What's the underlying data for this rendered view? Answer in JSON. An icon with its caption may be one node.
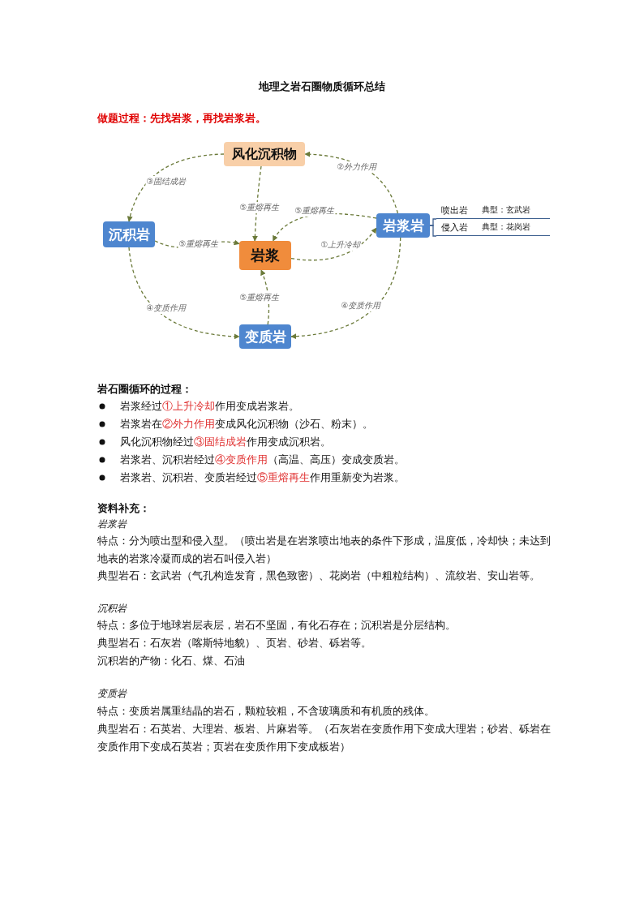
{
  "diagram": {
    "title": "地理之岩石圈物质循环总结",
    "nodes": [
      {
        "text": [
          "风化沉积物"
        ]
      },
      {
        "text": [
          "沉积岩"
        ]
      },
      {
        "text": [
          "岩浆"
        ]
      },
      {
        "text": [
          "岩浆岩"
        ]
      },
      {
        "text": [
          "变质岩"
        ]
      },
      {
        "text": [
          "喷出岩",
          "典型：玄武岩"
        ]
      },
      {
        "text": [
          "侵入岩",
          "典型：花岗岩"
        ]
      }
    ],
    "edges": [
      {
        "from": 3,
        "to": 0,
        "arrow": "to",
        "label": "②外力作用",
        "style": "dashed"
      },
      {
        "from": 0,
        "to": 1,
        "arrow": "to",
        "label": "③固结成岩",
        "style": "dashed"
      },
      {
        "from": 0,
        "to": 2,
        "arrow": "to",
        "label": "⑤重熔再生",
        "style": "dashed"
      },
      {
        "from": 3,
        "to": 2,
        "arrow": "to",
        "label": "⑤重熔再生",
        "style": "dashed"
      },
      {
        "from": 1,
        "to": 2,
        "arrow": "to",
        "label": "⑤重熔再生",
        "style": "dashed"
      },
      {
        "from": 2,
        "to": 3,
        "arrow": "to",
        "label": "①上升冷却",
        "style": "dashed"
      },
      {
        "from": 4,
        "to": 2,
        "arrow": "to",
        "label": "⑤重熔再生",
        "style": "dashed"
      },
      {
        "from": 1,
        "to": 4,
        "arrow": "to",
        "label": "④变质作用",
        "style": "dashed"
      },
      {
        "from": 3,
        "to": 4,
        "arrow": "to",
        "label": "④变质作用",
        "style": "dashed"
      },
      {
        "from": 3,
        "to": 5,
        "arrow": "none",
        "color": "#3d5f8f"
      },
      {
        "from": 3,
        "to": 6,
        "arrow": "none",
        "color": "#3d5f8f"
      }
    ],
    "labels": [
      "做题过程：先找岩浆，再找岩浆岩。",
      "岩石圈循环的过程：",
      "岩浆经过**①上升冷却**作用变成岩浆岩。",
      "岩浆岩在**②外力作用**变成风化沉积物（沙石、粉末）。",
      "风化沉积物经过**③固结成岩**作用变成沉积岩。",
      "岩浆岩、沉积岩经过**④变质作用**（高温、高压）变成变质岩。",
      "岩浆岩、沉积岩、变质岩经过**⑤重熔再生**作用重新变为岩浆。",
      "资料补充：",
      "岩浆岩",
      "特点：分为喷出型和侵入型。（喷出岩是在岩浆喷出地表的条件下形成，温度低，冷却快；未达到地表的岩浆冷凝而成的岩石叫侵入岩）",
      "典型岩石：玄武岩（气孔构造发育，黑色致密）、花岗岩（中粗粒结构）、流纹岩、安山岩等。",
      "沉积岩",
      "特点：多位于地球岩层表层，岩石不坚固，有化石存在；沉积岩是分层结构。",
      "典型岩石：石灰岩（喀斯特地貌）、页岩、砂岩、砾岩等。",
      "沉积岩的产物：化石、煤、石油",
      "变质岩",
      "特点：变质岩属重结晶的岩石，颗粒较粗，不含玻璃质和有机质的残体。",
      "典型岩石：石英岩、大理岩、板岩、片麻岩等。（石灰岩在变质作用下变成大理岩；砂岩、砾岩在变质作用下变成石英岩；页岩在变质作用下变成板岩）"
    ]
  }
}
